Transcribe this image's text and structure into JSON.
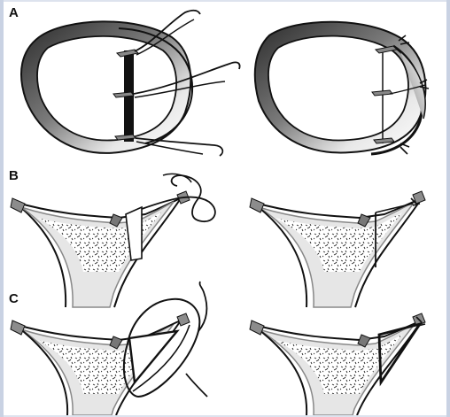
{
  "panels": [
    {
      "label": "A"
    },
    {
      "label": "B"
    },
    {
      "label": "C"
    }
  ],
  "colors": {
    "background": "#dde3ee",
    "figure_bg": "#ffffff",
    "ink": "#1a1a1a",
    "ring_dark": "#3a3a3a",
    "cortex_gray": "#8c8c8c"
  }
}
